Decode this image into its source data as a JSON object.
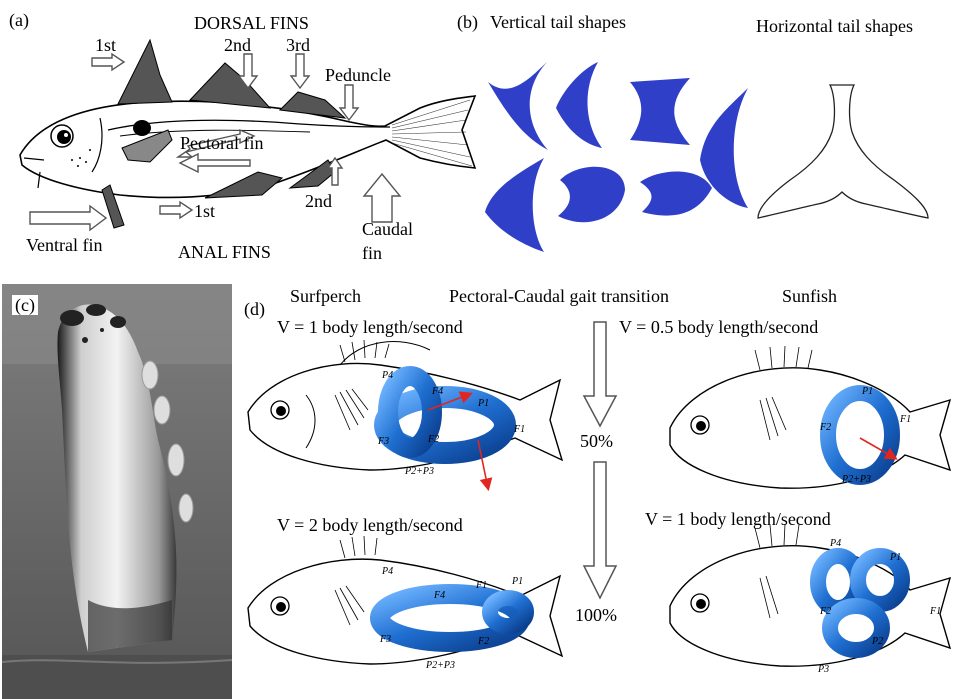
{
  "panel_a": {
    "tag": "(a)",
    "dorsal_fins": "DORSAL FINS",
    "first_dorsal": "1st",
    "second_dorsal": "2nd",
    "third_dorsal": "3rd",
    "peduncle": "Peduncle",
    "pectoral_fin": "Pectoral fin",
    "ventral_fin": "Ventral fin",
    "first_anal": "1st",
    "anal_fins": "ANAL FINS",
    "second_anal": "2nd",
    "caudal_fin_line1": "Caudal",
    "caudal_fin_line2": "fin"
  },
  "panel_b": {
    "tag": "(b)",
    "vertical_title": "Vertical tail shapes",
    "horizontal_title": "Horizontal tail shapes",
    "tail_color": "#2f3fc8"
  },
  "panel_c": {
    "tag": "(c)"
  },
  "panel_d": {
    "tag": "(d)",
    "surfperch": "Surfperch",
    "gait_title": "Pectoral-Caudal gait transition",
    "sunfish": "Sunfish",
    "surfperch_speed_1": "V = 1 body length/second",
    "surfperch_speed_2": "V = 2 body length/second",
    "sunfish_speed_1": "V = 0.5 body length/second",
    "sunfish_speed_2": "V = 1 body length/second",
    "pct_50": "50%",
    "pct_100": "100%",
    "vortex_color": "#1f6fd1",
    "arrow_color": "#e0261f",
    "labels": {
      "p1": "P1",
      "p4": "P4",
      "f1": "F1",
      "f2": "F2",
      "f3": "F3",
      "f4": "F4",
      "p2": "P2",
      "p3": "P3",
      "p2p3": "P2+P3"
    }
  }
}
